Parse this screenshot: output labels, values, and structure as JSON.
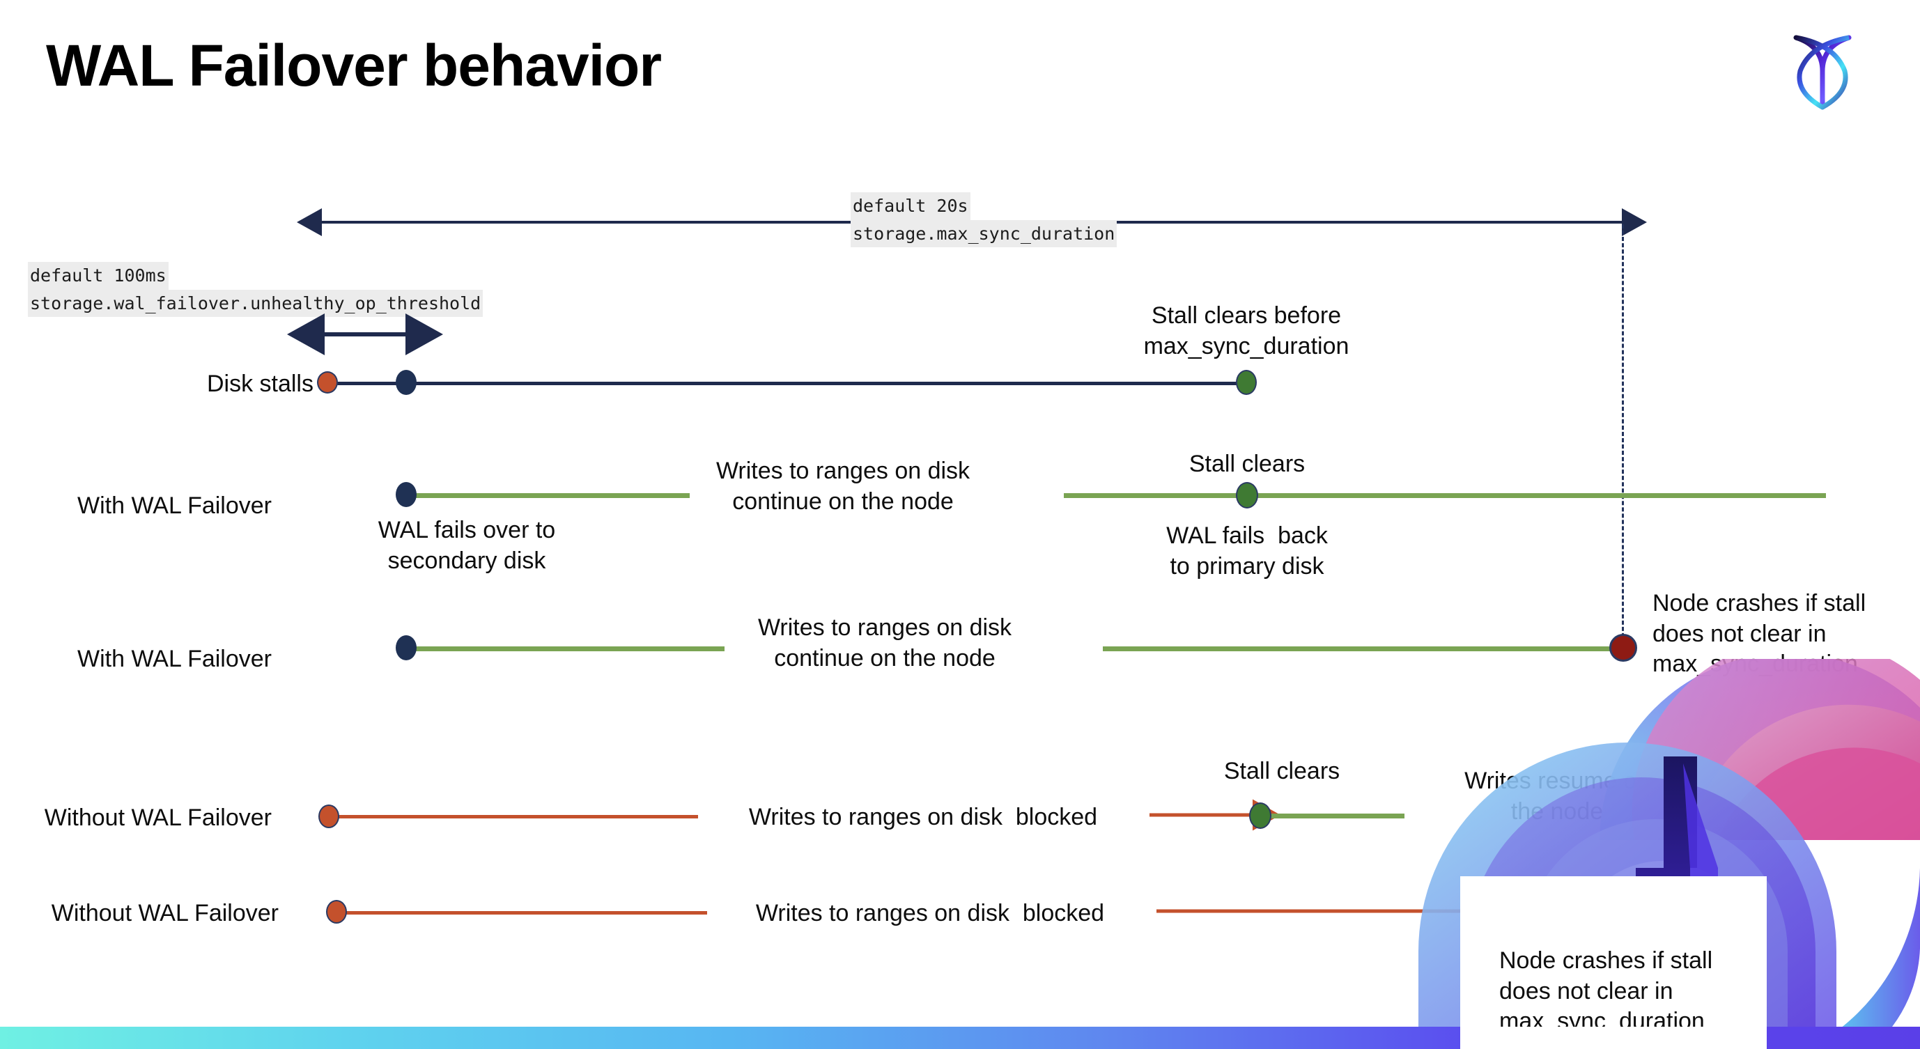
{
  "slide": {
    "title": "WAL Failover behavior",
    "logo_name": "cockroachdb-logo"
  },
  "settings": {
    "max_sync_duration": {
      "default_line": "default 20s",
      "name_line": "storage.max_sync_duration"
    },
    "unhealthy_op_threshold": {
      "default_line": "default 100ms",
      "name_line": "storage.wal_failover.unhealthy_op_threshold"
    }
  },
  "rows": {
    "disk_stalls": {
      "label": "Disk stalls",
      "note": "Stall clears before\nmax_sync_duration"
    },
    "with_failover_1": {
      "label": "With WAL Failover",
      "start_note": "WAL fails over to\nsecondary disk",
      "mid_note": "Writes to ranges on disk\ncontinue on the node",
      "clear_note": "Stall clears",
      "end_note": "WAL fails  back\nto primary disk"
    },
    "with_failover_2": {
      "label": "With WAL Failover",
      "mid_note": "Writes to ranges on disk\ncontinue on the node",
      "crash_note": "Node crashes if stall\ndoes not clear in\nmax_sync_duration"
    },
    "without_failover_1": {
      "label": "Without WAL Failover",
      "mid_note": "Writes to ranges on disk  blocked",
      "clear_note": "Stall clears",
      "resume_note": "Writes resume on\nthe node"
    },
    "without_failover_2": {
      "label": "Without WAL Failover",
      "mid_note": "Writes to ranges on disk  blocked",
      "crash_note": "Node crashes if stall\ndoes not clear in\nmax_sync_duration"
    }
  },
  "colors": {
    "navy": "#1f3154",
    "green_line": "#7aa453",
    "green_dot": "#3f7a33",
    "red_line": "#c4512c",
    "red_dot": "#c4512c",
    "dark_red_dot": "#8e1b14",
    "code_highlight": "#ececec"
  }
}
